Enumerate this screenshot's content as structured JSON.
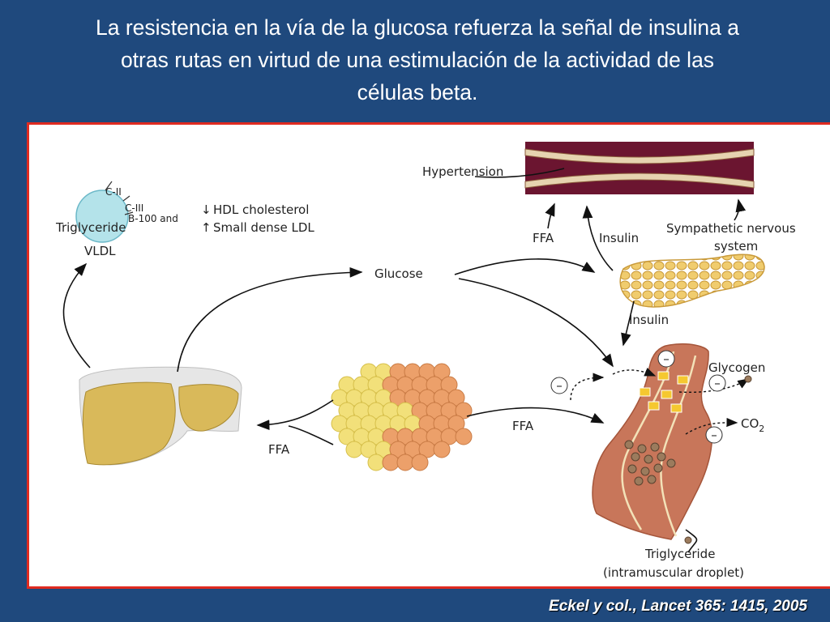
{
  "slide": {
    "title_lines": [
      "La resistencia en la vía de la glucosa refuerza la señal de insulina a",
      "otras rutas  en virtud de una estimulación de la actividad de las",
      "células beta."
    ],
    "citation": "Eckel y col., Lancet 365: 1415, 2005"
  },
  "diagram": {
    "labels": {
      "hypertension": "Hypertension",
      "ffa_top": "FFA",
      "insulin_top": "Insulin",
      "sympathetic_1": "Sympathetic nervous",
      "sympathetic_2": "system",
      "glucose": "Glucose",
      "insulin_pancreas": "Insulin",
      "glycogen": "Glycogen",
      "co2": "CO",
      "co2_sub": "2",
      "ffa_adipose_muscle": "FFA",
      "ffa_liver": "FFA",
      "triglyceride_muscle_1": "Triglyceride",
      "triglyceride_muscle_2": "(intramuscular droplet)",
      "vldl": "VLDL",
      "vldl_triglyceride": "Triglyceride",
      "apo_c2": "C-II",
      "apo_c3": "C-III",
      "apo_b100": "B-100 and",
      "hdl": "HDL cholesterol",
      "ldl": "Small dense LDL",
      "hdl_arrow": "↓",
      "ldl_arrow": "↑",
      "minus_sign": "–"
    },
    "colors": {
      "vessel": "#6b1530",
      "vessel_wall": "#e6d3b0",
      "pancreas": "#e7bf5e",
      "liver": "#d9b95a",
      "adipose_yellow": "#f2e07a",
      "adipose_orange": "#eca06a",
      "muscle": "#c8765a",
      "droplet": "#9b7b5d"
    }
  }
}
